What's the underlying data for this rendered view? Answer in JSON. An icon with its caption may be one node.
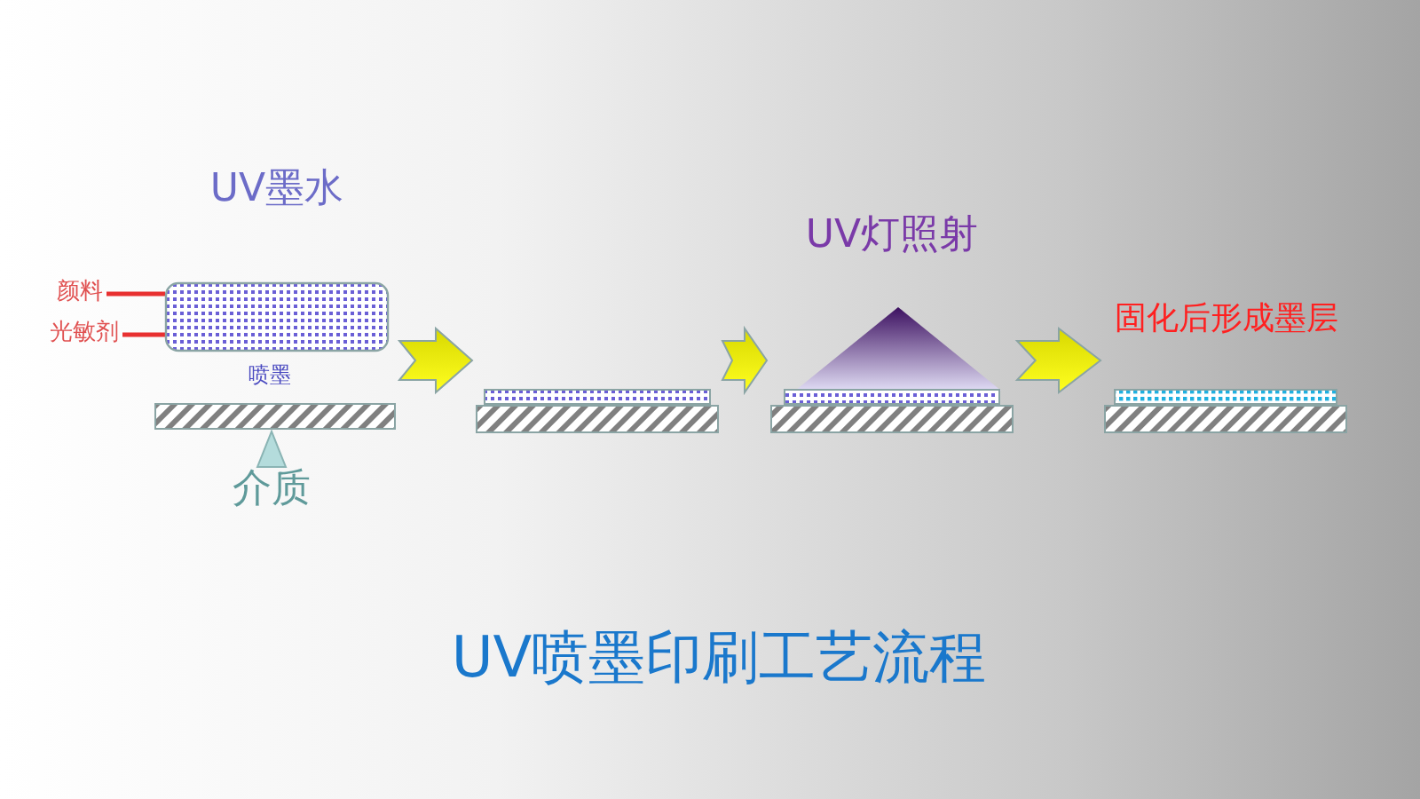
{
  "diagram": {
    "title": "UV喷墨印刷工艺流程",
    "nodes": [
      {
        "text": [
          "UV墨水"
        ]
      },
      {
        "text": [
          "颜料"
        ]
      },
      {
        "text": [
          "光敏剂"
        ]
      },
      {
        "text": [],
        "shape": "bar"
      },
      {
        "text": [
          "介质"
        ]
      },
      {
        "text": [],
        "shape": "bar"
      },
      {
        "text": [
          "UV灯照射"
        ]
      },
      {
        "text": [
          "固化后形成墨层"
        ]
      }
    ],
    "edges": [
      {
        "from": 1,
        "to": 0,
        "arrow": "none",
        "color": "#e83030"
      },
      {
        "from": 2,
        "to": 0,
        "arrow": "none",
        "color": "#e83030"
      },
      {
        "from": 4,
        "to": 3,
        "arrow": "to",
        "color": "#b4dcdc"
      },
      {
        "from": 3,
        "to": 5,
        "arrow": "to",
        "style": "thick"
      },
      {
        "from": 5,
        "to": 6,
        "arrow": "to",
        "style": "thick"
      },
      {
        "from": 6,
        "to": 7,
        "arrow": "to",
        "style": "thick"
      }
    ],
    "labels": [
      "喷墨"
    ]
  }
}
